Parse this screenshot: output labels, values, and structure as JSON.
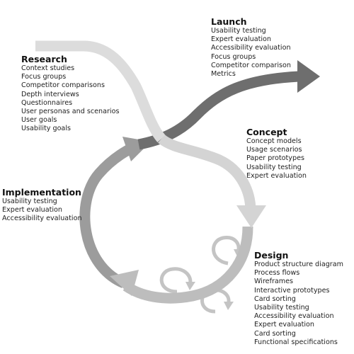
{
  "phases": {
    "research": {
      "title": "Research",
      "items": [
        "Context studies",
        "Focus groups",
        "Competitor comparisons",
        "Depth interviews",
        "Questionnaires",
        "User personas and scenarios",
        "User goals",
        "Usability goals"
      ]
    },
    "launch": {
      "title": "Launch",
      "items": [
        "Usability testing",
        "Expert evaluation",
        "Accessibility evaluation",
        "Focus groups",
        "Competitor comparison",
        "Metrics"
      ]
    },
    "concept": {
      "title": "Concept",
      "items": [
        "Concept models",
        "Usage scenarios",
        "Paper prototypes",
        "Usability testing",
        "Expert evaluation"
      ]
    },
    "implementation": {
      "title": "Implementation",
      "items": [
        "Usability testing",
        "Expert evaluation",
        "Accessibility evaluation"
      ]
    },
    "design": {
      "title": "Design",
      "items": [
        "Product structure diagram",
        "Process flows",
        "Wireframes",
        "Interactive prototypes",
        "Card sorting",
        "Usability testing",
        "Accessibility evaluation",
        "Expert evaluation",
        "Card sorting",
        "Functional specifications"
      ]
    }
  },
  "colors": {
    "research_band": "#dcdcdc",
    "concept_band": "#d4d4d4",
    "design_band": "#bdbdbd",
    "implementation_band": "#9c9c9c",
    "launch_band": "#6e6e6e",
    "small_loops": "#c4c4c4"
  }
}
